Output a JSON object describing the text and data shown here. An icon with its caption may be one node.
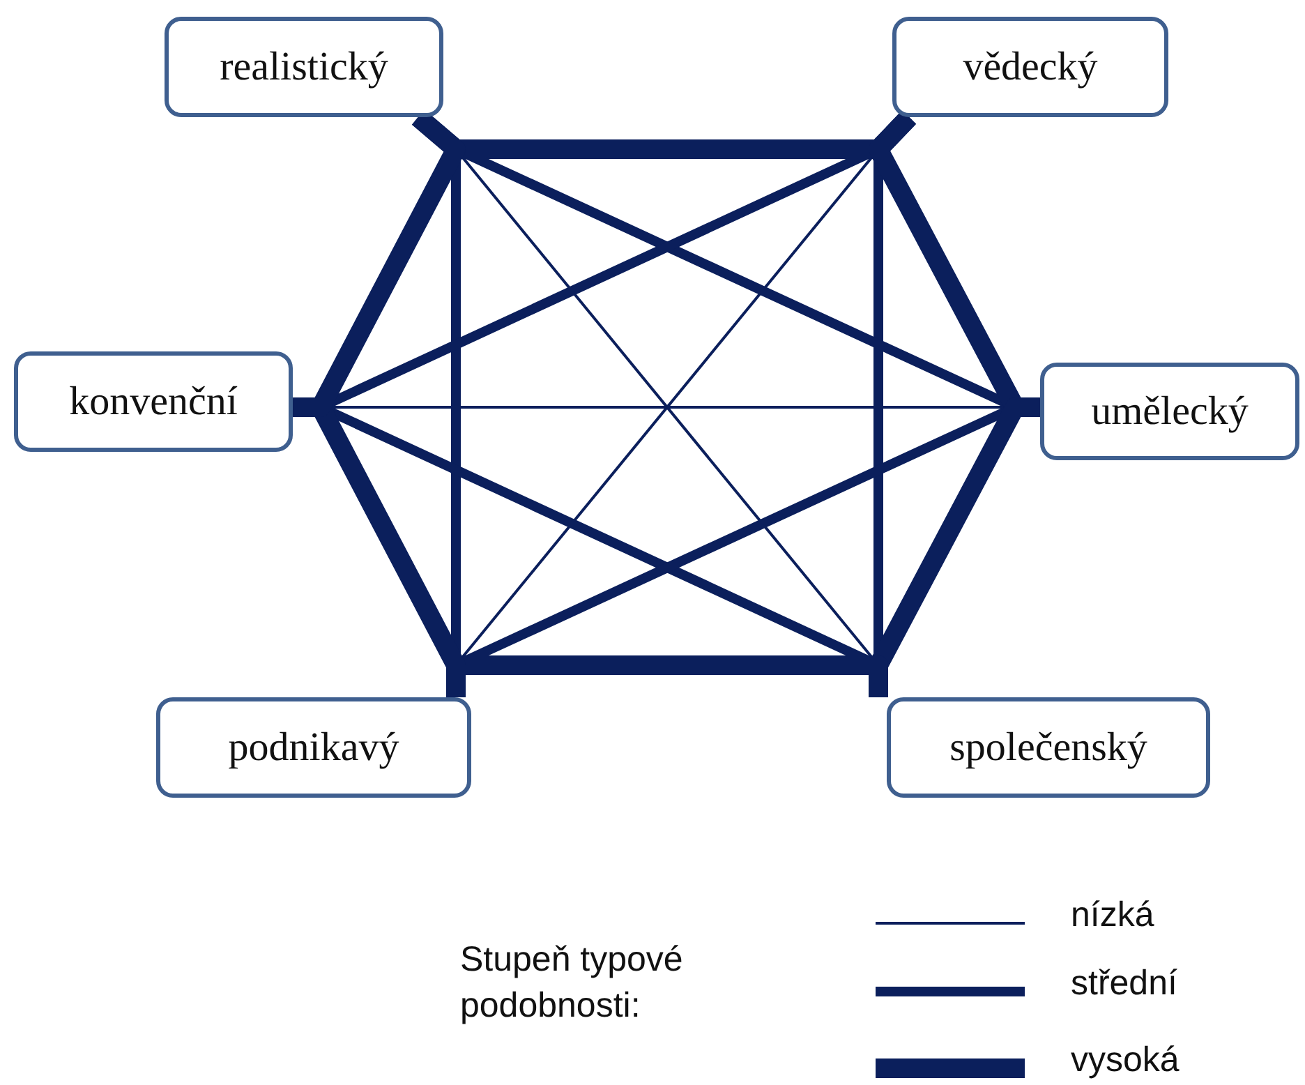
{
  "diagram": {
    "nodes": [
      {
        "text": [
          "realistický"
        ]
      },
      {
        "text": [
          "vědecký"
        ]
      },
      {
        "text": [
          "konvenční"
        ]
      },
      {
        "text": [
          "umělecký"
        ]
      },
      {
        "text": [
          "podnikavý"
        ]
      },
      {
        "text": [
          "společenský"
        ]
      }
    ],
    "edges": [
      {
        "from": 0,
        "to": 1,
        "arrow": "none",
        "style": "thick"
      },
      {
        "from": 1,
        "to": 3,
        "arrow": "none",
        "style": "thick"
      },
      {
        "from": 3,
        "to": 5,
        "arrow": "none",
        "style": "thick"
      },
      {
        "from": 5,
        "to": 4,
        "arrow": "none",
        "style": "thick"
      },
      {
        "from": 4,
        "to": 2,
        "arrow": "none",
        "style": "thick"
      },
      {
        "from": 2,
        "to": 0,
        "arrow": "none",
        "style": "thick"
      },
      {
        "from": 0,
        "to": 4,
        "arrow": "none"
      },
      {
        "from": 1,
        "to": 5,
        "arrow": "none"
      },
      {
        "from": 0,
        "to": 3,
        "arrow": "none"
      },
      {
        "from": 1,
        "to": 2,
        "arrow": "none"
      },
      {
        "from": 2,
        "to": 5,
        "arrow": "none"
      },
      {
        "from": 3,
        "to": 4,
        "arrow": "none"
      },
      {
        "from": 0,
        "to": 5,
        "arrow": "none"
      },
      {
        "from": 1,
        "to": 4,
        "arrow": "none"
      },
      {
        "from": 2,
        "to": 3,
        "arrow": "none"
      }
    ],
    "labels": [
      "Stupeň typové podobnosti:"
    ],
    "legend": [
      {
        "text": "nízká"
      },
      {
        "text": "střední"
      },
      {
        "text": "vysoká"
      }
    ]
  }
}
